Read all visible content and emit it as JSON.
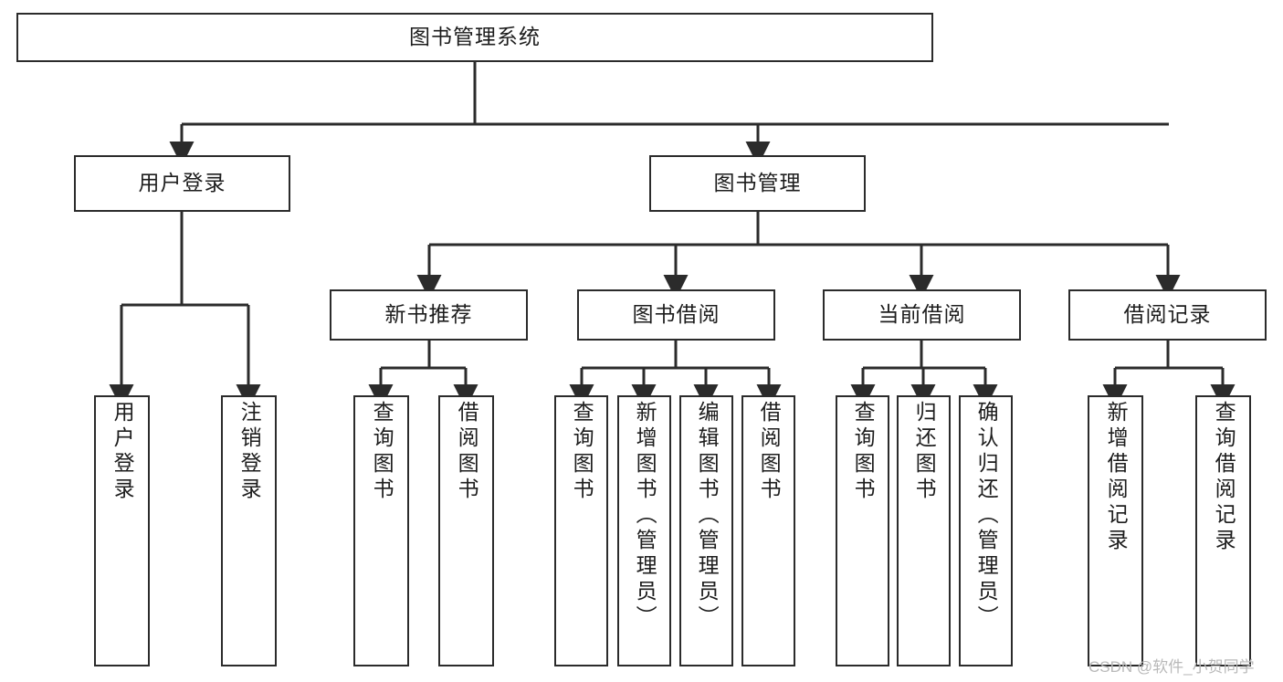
{
  "diagram": {
    "title": "图书管理系统",
    "type": "tree-hierarchy",
    "colors": {
      "box_border": "#2b2b2b",
      "box_fill": "#ffffff",
      "edge": "#2b2b2b",
      "text": "#1d1d1d",
      "watermark": "#b9b9b9",
      "background": "#ffffff"
    }
  },
  "nodes": {
    "root": {
      "label": "图书管理系统"
    },
    "level2": [
      {
        "label": "用户登录"
      },
      {
        "label": "图书管理"
      }
    ],
    "level3": [
      {
        "label": "新书推荐"
      },
      {
        "label": "图书借阅"
      },
      {
        "label": "当前借阅"
      },
      {
        "label": "借阅记录"
      }
    ],
    "leaves": {
      "user_login": [
        {
          "label": "用户登录"
        },
        {
          "label": "注销登录"
        }
      ],
      "new_book_recommend": [
        {
          "label": "查询图书"
        },
        {
          "label": "借阅图书"
        }
      ],
      "book_borrow": [
        {
          "label": "查询图书"
        },
        {
          "label": "新增图书（管理员）"
        },
        {
          "label": "编辑图书（管理员）"
        },
        {
          "label": "借阅图书"
        }
      ],
      "current_borrow": [
        {
          "label": "查询图书"
        },
        {
          "label": "归还图书"
        },
        {
          "label": "确认归还（管理员）"
        }
      ],
      "borrow_record": [
        {
          "label": "新增借阅记录"
        },
        {
          "label": "查询借阅记录"
        }
      ]
    }
  },
  "watermark": {
    "text": "CSDN @软件_小贺同学"
  }
}
